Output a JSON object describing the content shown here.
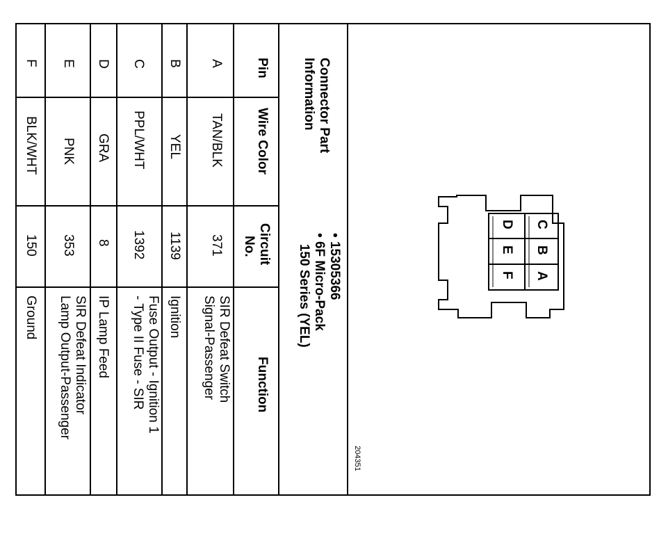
{
  "header": {
    "title_line1": "Connector Part",
    "title_line2": "Information",
    "bullets": [
      "15305366",
      "6F Micro-Pack",
      "150 Series (YEL)"
    ]
  },
  "columns": {
    "pin": "Pin",
    "wire_color": "Wire Color",
    "circuit_line1": "Circuit",
    "circuit_line2": "No.",
    "function": "Function"
  },
  "rows": [
    {
      "pin": "A",
      "wire_color": "TAN/BLK",
      "circuit": "371",
      "function_lines": [
        "SIR Defeat Switch",
        "Signal-Passenger"
      ]
    },
    {
      "pin": "B",
      "wire_color": "YEL",
      "circuit": "1139",
      "function_lines": [
        "Ignition"
      ]
    },
    {
      "pin": "C",
      "wire_color": "PPL/WHT",
      "circuit": "1392",
      "function_lines": [
        "Fuse Output - Ignition 1",
        "- Type II Fuse - SIR"
      ]
    },
    {
      "pin": "D",
      "wire_color": "GRA",
      "circuit": "8",
      "function_lines": [
        "IP Lamp Feed"
      ]
    },
    {
      "pin": "E",
      "wire_color": "PNK",
      "circuit": "353",
      "function_lines": [
        "SIR Defeat Indicator",
        "Lamp Output-Passenger"
      ]
    },
    {
      "pin": "F",
      "wire_color": "BLK/WHT",
      "circuit": "150",
      "function_lines": [
        "Ground"
      ]
    }
  ],
  "diagram": {
    "figure_id": "204351",
    "cavity_labels": [
      "A",
      "B",
      "C",
      "D",
      "E",
      "F"
    ]
  }
}
